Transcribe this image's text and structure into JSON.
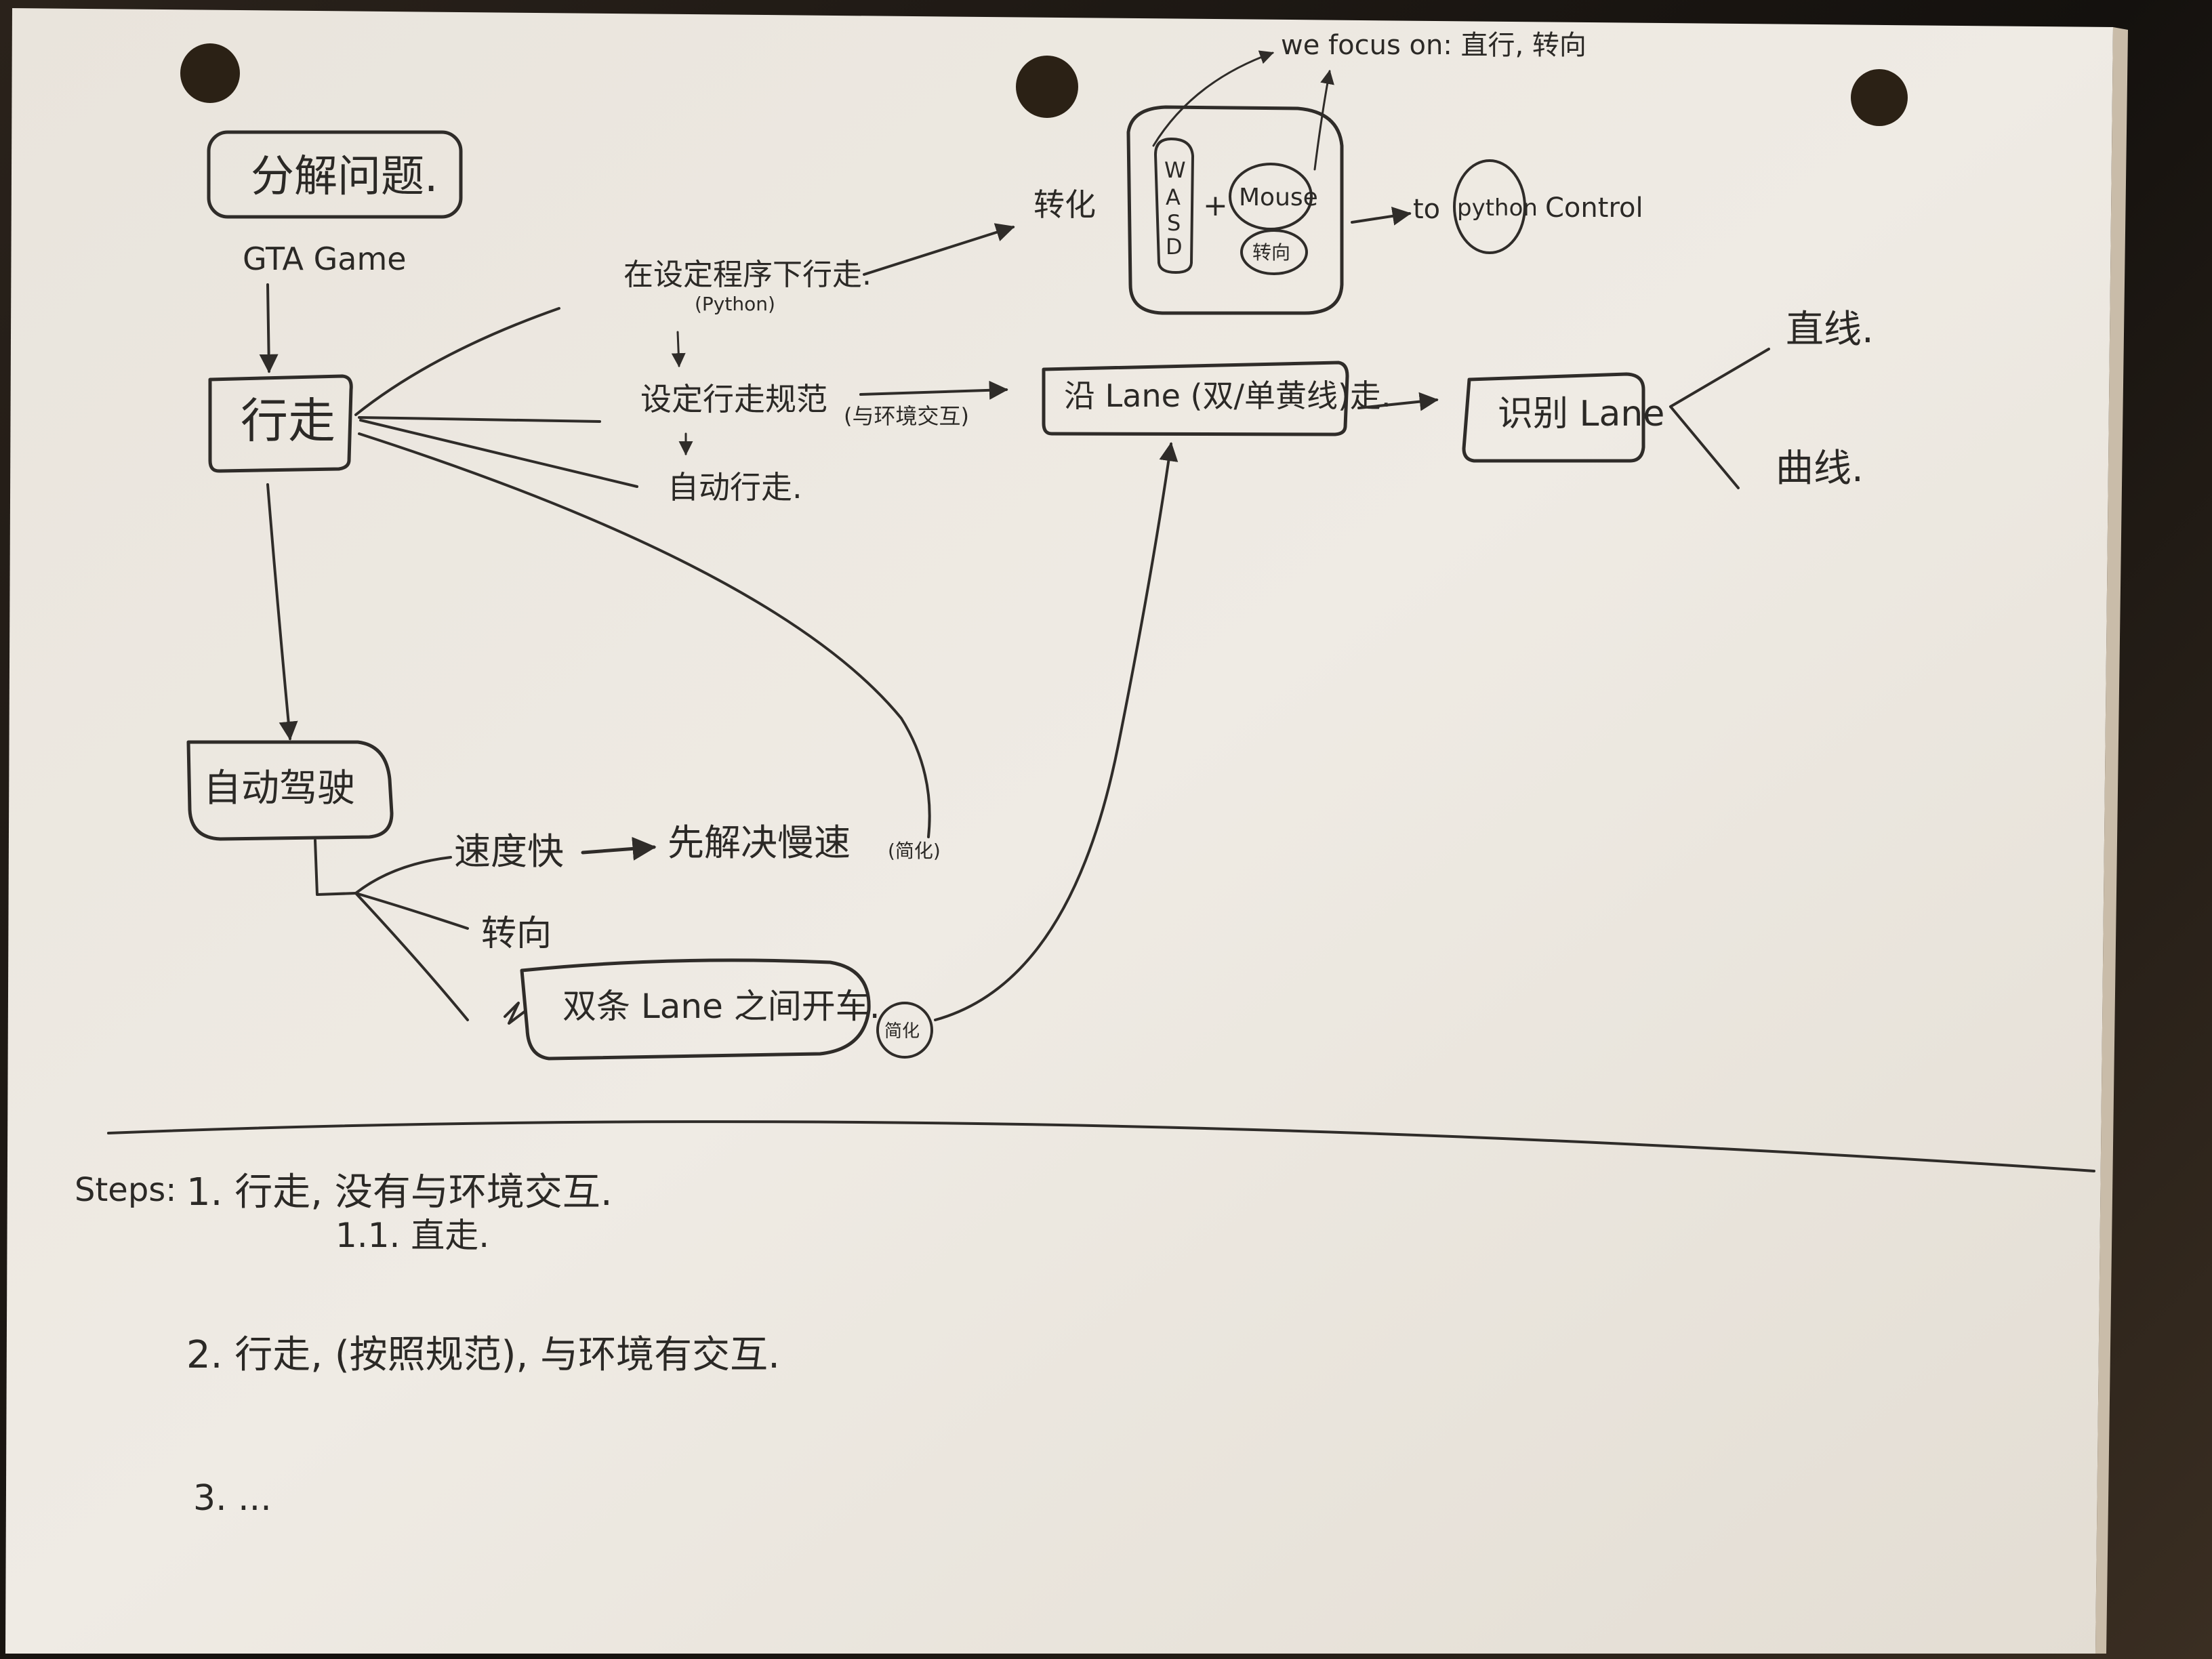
{
  "nodes": {
    "split": "分解问题.",
    "gta": "GTA Game",
    "walk": "行走",
    "program_walk": "在设定程序下行走.",
    "program_walk_sub": "(Python)",
    "set_rules": "设定行走规范",
    "set_rules_sub": "(与环境交互)",
    "auto_walk": "自动行走.",
    "transform": "转化",
    "we_focus": "we focus on: 直行, 转向",
    "wasd": [
      "W",
      "A",
      "S",
      "D"
    ],
    "mouse": "Mouse",
    "turn_small": "转向",
    "to_python": "to",
    "python": "python",
    "control": "Control",
    "along_lane": "沿 Lane (双/单黄线)走.",
    "detect_lane": "识别 Lane",
    "straight": "直线.",
    "curve": "曲线.",
    "autodrive": "自动驾驶",
    "speed": "速度快",
    "speed_first": "先解决慢速",
    "speed_first_sub": "(简化)",
    "turn": "转向",
    "between_lanes": "双条 Lane 之间开车.",
    "simplify": "简化"
  },
  "steps": {
    "label": "Steps:",
    "s1": "1. 行走, 没有与环境交互.",
    "s1_1": "1.1. 直走.",
    "s2": "2. 行走, (按照规范), 与环境有交互.",
    "s3": "3. ..."
  },
  "colors": {
    "paper": "#ece7df",
    "ink": "#2f2c29",
    "background": "#1a1612"
  }
}
